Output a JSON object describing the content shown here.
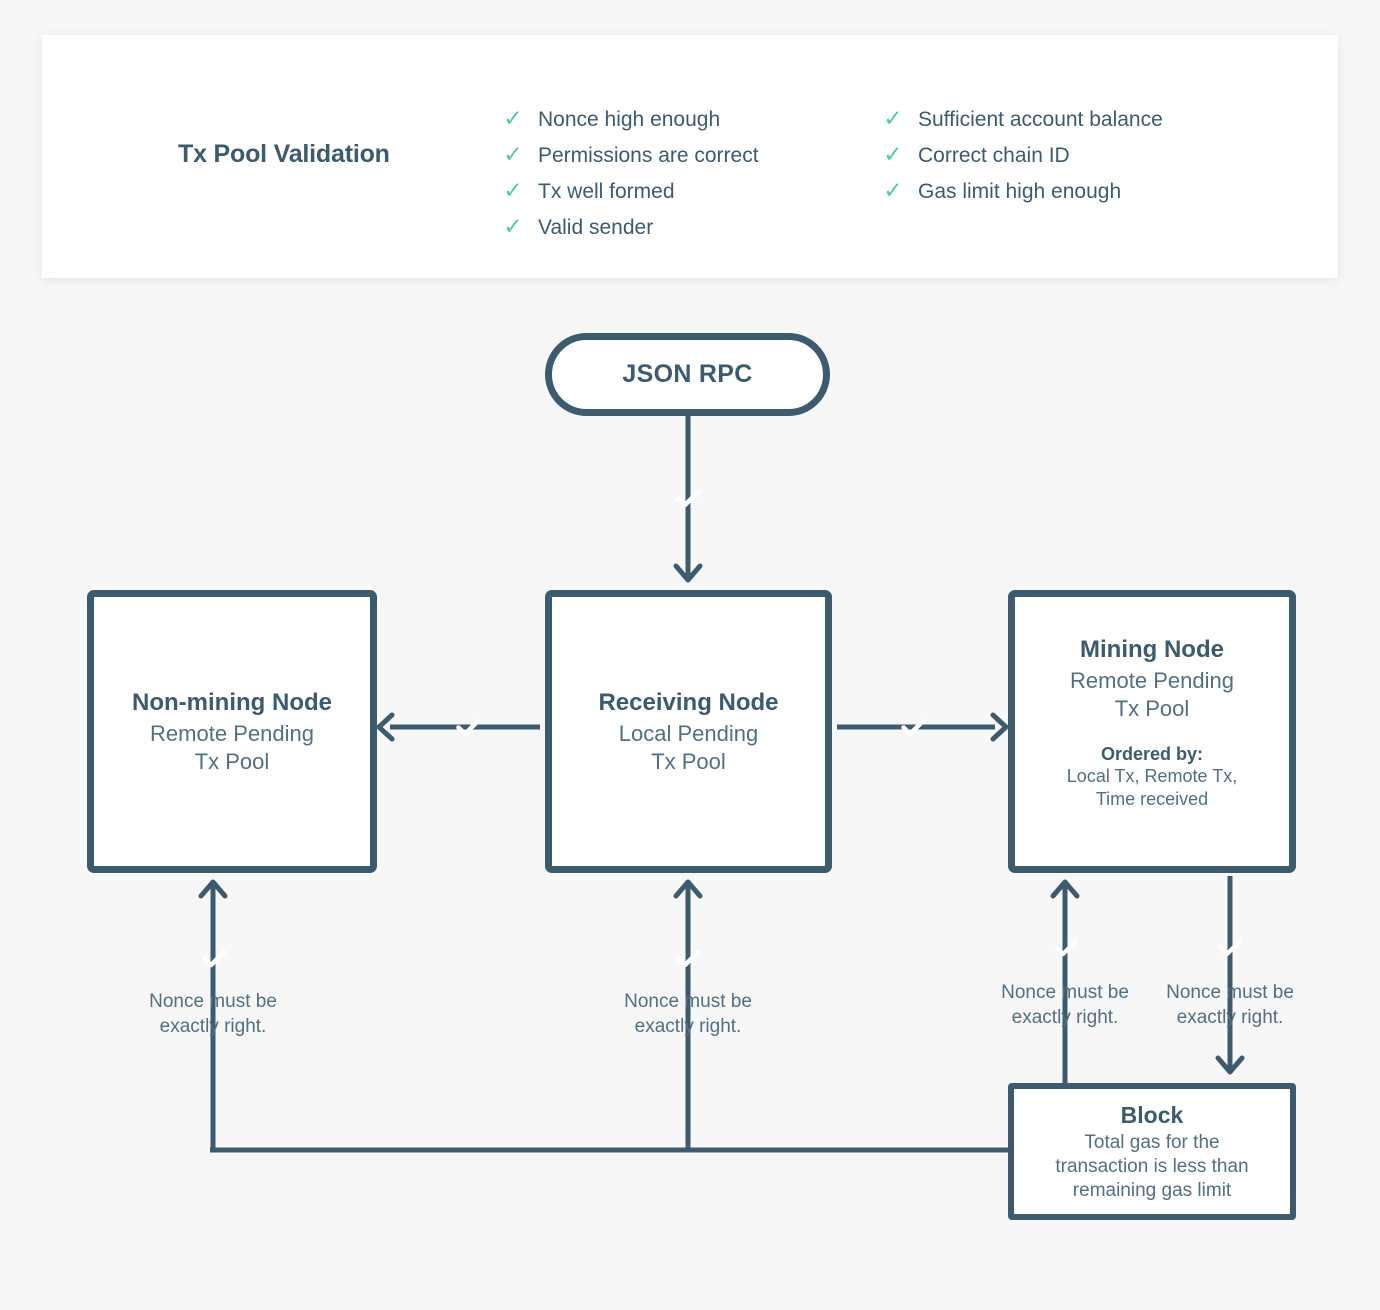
{
  "theme": {
    "background": "#f7f7f7",
    "card_background": "#ffffff",
    "accent_green": "#5ccfa0",
    "dark_navy": "#3c5b6e",
    "muted_text": "#52707f"
  },
  "validation_card": {
    "title": "Tx Pool Validation",
    "badge_icon": "check-rosette-icon",
    "columns": [
      {
        "items": [
          "Nonce high enough",
          "Permissions are correct",
          "Tx well formed",
          "Valid sender"
        ]
      },
      {
        "items": [
          "Sufficient account balance",
          "Correct chain ID",
          "Gas limit high enough"
        ]
      }
    ]
  },
  "diagram": {
    "nodes": {
      "json_rpc": {
        "title": "JSON RPC"
      },
      "non_mining_node": {
        "title": "Non-mining Node",
        "subtitle_line1": "Remote Pending",
        "subtitle_line2": "Tx Pool"
      },
      "receiving_node": {
        "title": "Receiving Node",
        "subtitle_line1": "Local Pending",
        "subtitle_line2": "Tx Pool"
      },
      "mining_node": {
        "title": "Mining Node",
        "subtitle_line1": "Remote Pending",
        "subtitle_line2": "Tx Pool",
        "meta_label": "Ordered by:",
        "meta_line1": "Local Tx, Remote Tx,",
        "meta_line2": "Time received"
      },
      "block": {
        "title": "Block",
        "subtitle_line1": "Total gas for the",
        "subtitle_line2": "transaction is less than",
        "subtitle_line3": "remaining gas limit"
      }
    },
    "edge_labels": {
      "nonce_line1": "Nonce must be",
      "nonce_line2": "exactly right."
    }
  }
}
